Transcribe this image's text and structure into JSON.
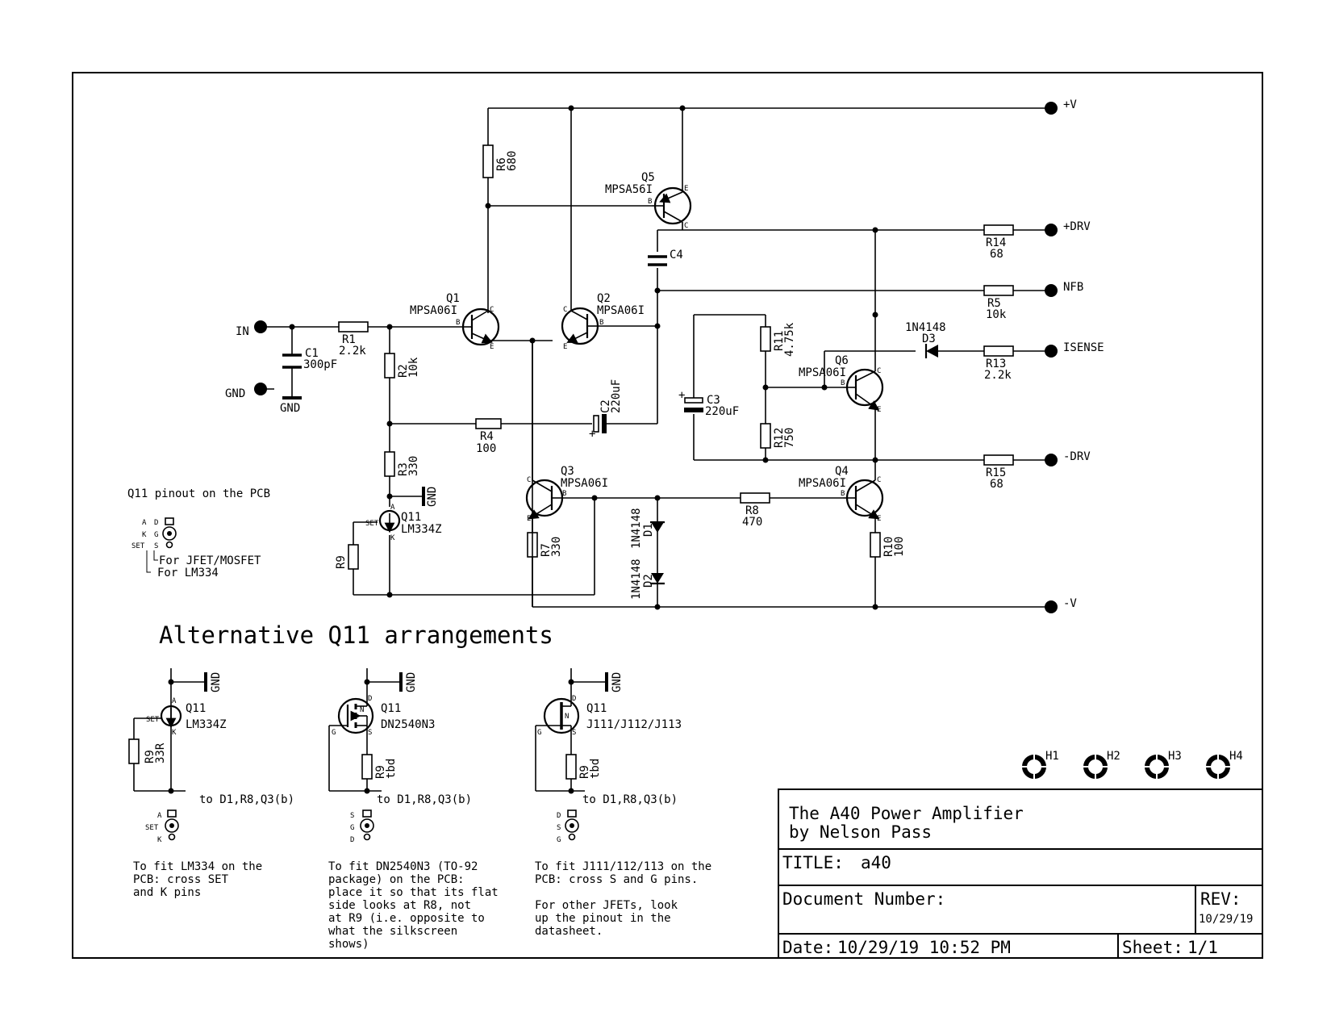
{
  "title_block": {
    "line1": "The A40 Power Amplifier",
    "line2": "by Nelson Pass",
    "title_label": "TITLE:",
    "title_value": "a40",
    "docnum_label": "Document Number:",
    "rev_label": "REV:",
    "rev_value": "10/29/19",
    "date_label": "Date:",
    "date_value": "10/29/19 10:52 PM",
    "sheet_label": "Sheet:",
    "sheet_value": "1/1"
  },
  "ports": {
    "vplus": "+V",
    "drv_plus": "+DRV",
    "nfb": "NFB",
    "isense": "ISENSE",
    "drv_minus": "-DRV",
    "vminus": "-V",
    "in": "IN",
    "gnd": "GND",
    "gnd_sym": "GND"
  },
  "transistors": {
    "q1": {
      "ref": "Q1",
      "part": "MPSA06I"
    },
    "q2": {
      "ref": "Q2",
      "part": "MPSA06I"
    },
    "q3": {
      "ref": "Q3",
      "part": "MPSA06I"
    },
    "q4": {
      "ref": "Q4",
      "part": "MPSA06I"
    },
    "q5": {
      "ref": "Q5",
      "part": "MPSA56I"
    },
    "q6": {
      "ref": "Q6",
      "part": "MPSA06I"
    },
    "q11": {
      "ref": "Q11",
      "part": "LM334Z"
    }
  },
  "pins": {
    "b": "B",
    "c": "C",
    "e": "E",
    "a": "A",
    "k": "K",
    "set": "SET",
    "d": "D",
    "g": "G",
    "s": "S",
    "n": "N"
  },
  "resistors": {
    "r1": {
      "ref": "R1",
      "value": "2.2k"
    },
    "r2": {
      "ref": "R2",
      "value": "10k"
    },
    "r3": {
      "ref": "R3",
      "value": "330"
    },
    "r4": {
      "ref": "R4",
      "value": "100"
    },
    "r5": {
      "ref": "R5",
      "value": "10k"
    },
    "r6": {
      "ref": "R6",
      "value": "680"
    },
    "r7": {
      "ref": "R7",
      "value": "330"
    },
    "r8": {
      "ref": "R8",
      "value": "470"
    },
    "r9": {
      "ref": "R9",
      "value": ""
    },
    "r10": {
      "ref": "R10",
      "value": "100"
    },
    "r11": {
      "ref": "R11",
      "value": "4.75k"
    },
    "r12": {
      "ref": "R12",
      "value": "750"
    },
    "r13": {
      "ref": "R13",
      "value": "2.2k"
    },
    "r14": {
      "ref": "R14",
      "value": "68"
    },
    "r15": {
      "ref": "R15",
      "value": "68"
    }
  },
  "capacitors": {
    "c1": {
      "ref": "C1",
      "value": "300pF"
    },
    "c2": {
      "ref": "C2",
      "value": "220uF"
    },
    "c3": {
      "ref": "C3",
      "value": "220uF"
    },
    "c4": {
      "ref": "C4",
      "value": ""
    }
  },
  "diodes": {
    "d1": {
      "ref": "D1",
      "part": "1N4148"
    },
    "d2": {
      "ref": "D2",
      "part": "1N4148"
    },
    "d3": {
      "ref": "D3",
      "part": "1N4148"
    }
  },
  "holes": [
    "H1",
    "H2",
    "H3",
    "H4"
  ],
  "pinout": {
    "title": "Q11 pinout on the PCB",
    "for_fet": "For JFET/MOSFET",
    "for_lm": "For LM334"
  },
  "alternatives": {
    "heading": "Alternative Q11 arrangements",
    "alt1": {
      "ref": "Q11",
      "part": "LM334Z",
      "r9_ref": "R9",
      "r9_value": "33R",
      "to": "to D1,R8,Q3(b)",
      "note": [
        "To fit LM334 on the",
        "PCB: cross SET",
        "and K pins"
      ]
    },
    "alt2": {
      "ref": "Q11",
      "part": "DN2540N3",
      "r9_ref": "R9",
      "r9_value": "tbd",
      "to": "to D1,R8,Q3(b)",
      "note": [
        "To fit DN2540N3 (TO-92",
        "package) on the PCB:",
        "place it so that its flat",
        "side looks at R8, not",
        "at R9 (i.e. opposite to",
        "what the silkscreen",
        "shows)"
      ]
    },
    "alt3": {
      "ref": "Q11",
      "part": "J111/J112/J113",
      "r9_ref": "R9",
      "r9_value": "tbd",
      "to": "to D1,R8,Q3(b)",
      "note": [
        "To fit J111/112/113 on the",
        "PCB: cross S and G pins.",
        "",
        "For other JFETs, look",
        "up the pinout in the",
        "datasheet."
      ]
    }
  }
}
